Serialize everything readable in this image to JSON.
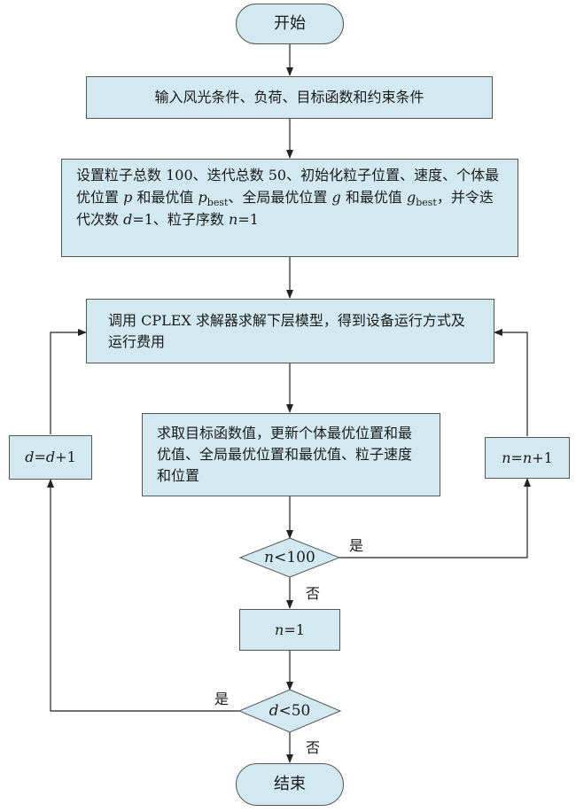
{
  "nodes": {
    "start": "开始",
    "input": "输入风光条件、负荷、目标函数和约束条件",
    "init": {
      "p1": "设置粒子总数 100、迭代总数 50、初始化粒子位置、速度、个体最优位置 ",
      "p_var": "p",
      "p2": " 和最优值 ",
      "pbest_var": "p",
      "pbest_sub": "best",
      "p3": "、全局最优位置 ",
      "g_var": "g",
      "p4": " 和最优值 ",
      "gbest_var": "g",
      "gbest_sub": "best",
      "p5": "，并令迭代次数 ",
      "d_var": "d",
      "p6": "=1、粒子序数 ",
      "n_var": "n",
      "p7": "=1"
    },
    "cplex": "调用 CPLEX 求解器求解下层模型，得到设备运行方式及运行费用",
    "update": "求取目标函数值，更新个体最优位置和最优值、全局最优位置和最优值、粒子速度和位置",
    "cond_n": {
      "var": "n",
      "op": "<100"
    },
    "reset_n": {
      "var": "n",
      "rest": "=1"
    },
    "cond_d": {
      "var": "d",
      "op": "<50"
    },
    "inc_n": {
      "v1": "n",
      "eq": "=",
      "v2": "n",
      "rest": "+1"
    },
    "inc_d": {
      "v1": "d",
      "eq": "=",
      "v2": "d",
      "rest": "+1"
    },
    "end": "结束"
  },
  "labels": {
    "yes_n": "是",
    "no_n": "否",
    "yes_d": "是",
    "no_d": "否"
  },
  "colors": {
    "fill": "#d3e9f1",
    "stroke": "#555555"
  }
}
